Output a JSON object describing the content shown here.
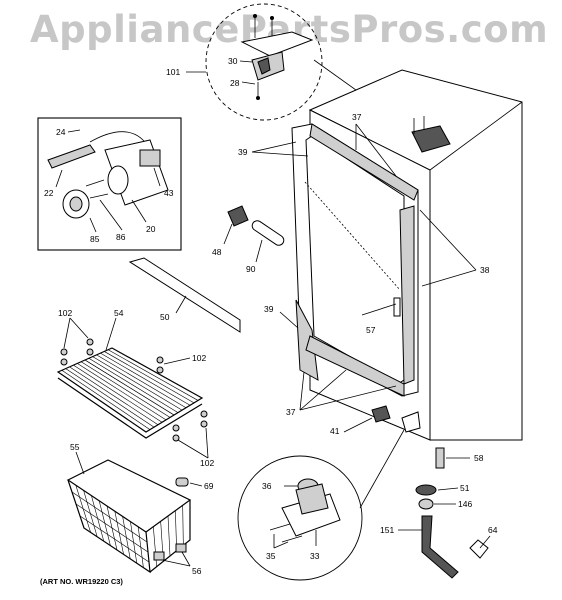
{
  "watermark": "AppliancePartsPros.com",
  "art_number": "(ART NO. WR19220 C3)",
  "callouts": {
    "c101": "101",
    "c30": "30",
    "c28": "28",
    "c24": "24",
    "c22": "22",
    "c43": "43",
    "c85": "85",
    "c86": "86",
    "c20": "20",
    "c37a": "37",
    "c39a": "39",
    "c48": "48",
    "c90": "90",
    "c38": "38",
    "c50": "50",
    "c57": "57",
    "c102a": "102",
    "c54": "54",
    "c39b": "39",
    "c102b": "102",
    "c37b": "37",
    "c41": "41",
    "c102c": "102",
    "c55": "55",
    "c69": "69",
    "c58": "58",
    "c36": "36",
    "c51": "51",
    "c146": "146",
    "c151": "151",
    "c64": "64",
    "c35": "35",
    "c33": "33",
    "c56": "56"
  }
}
